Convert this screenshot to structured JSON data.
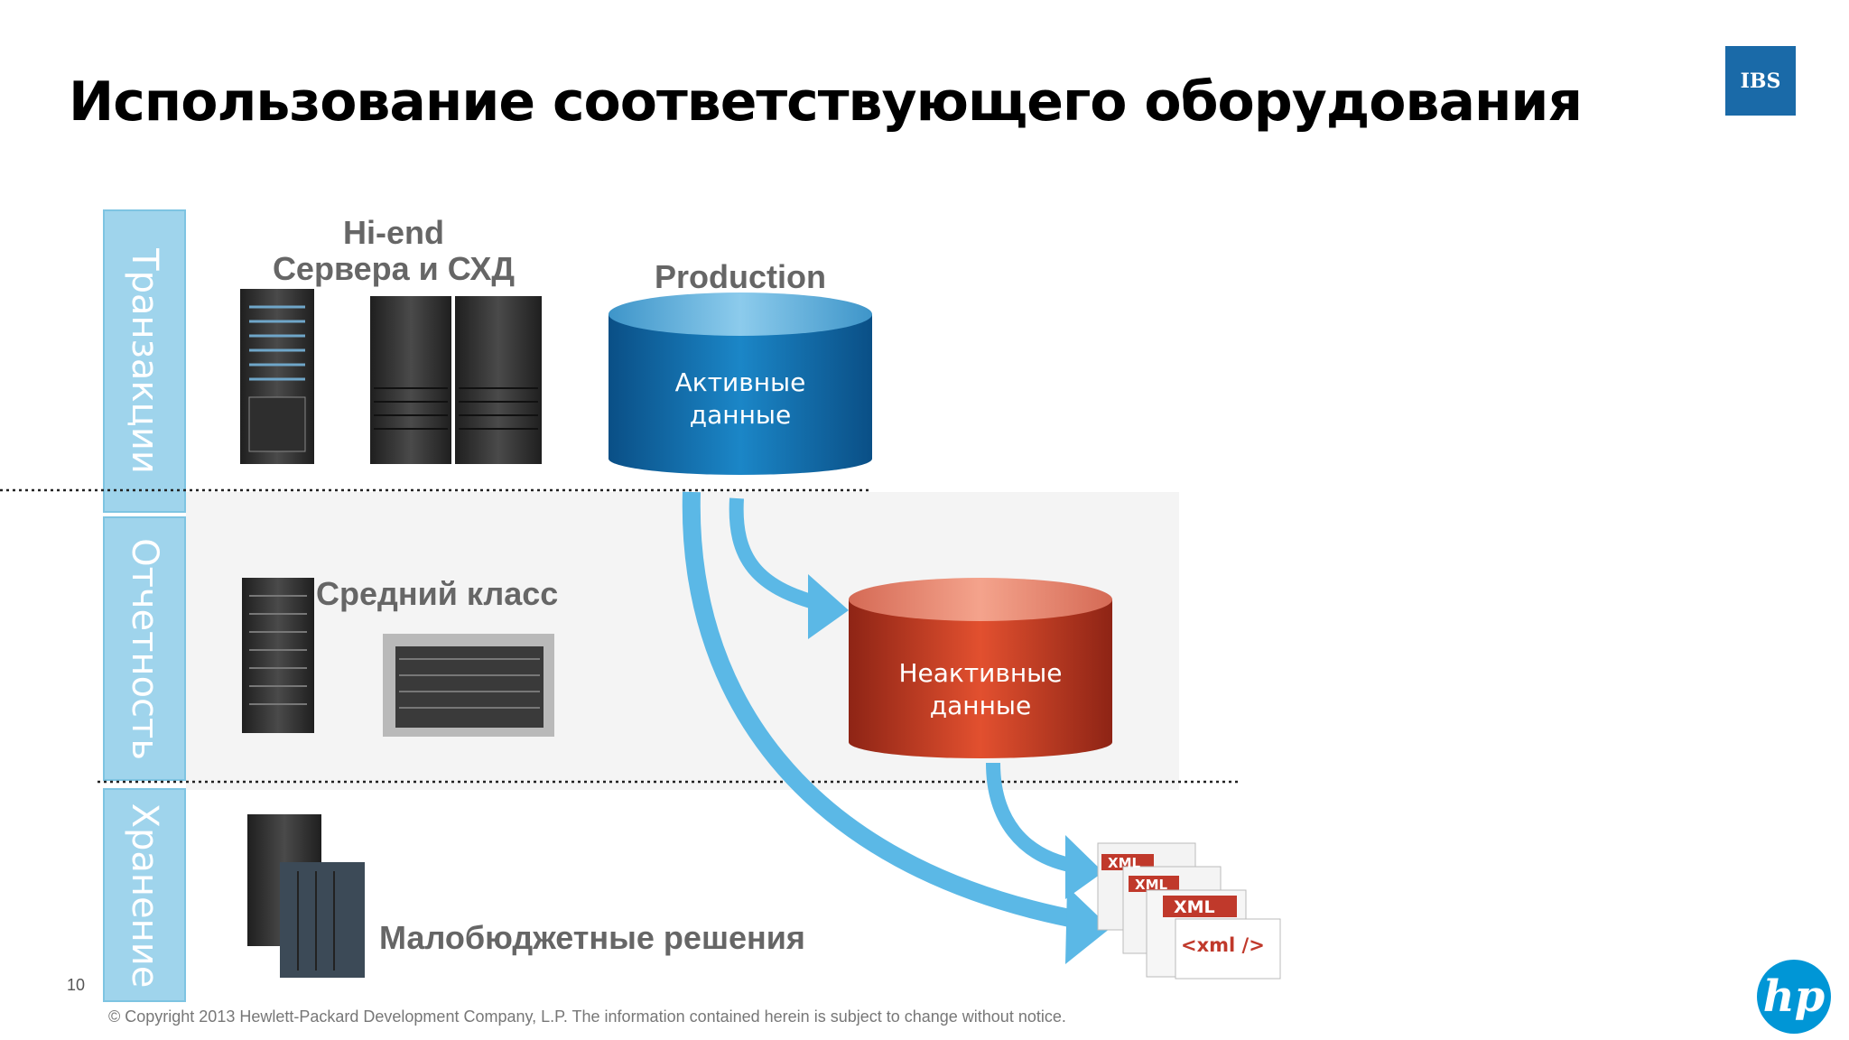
{
  "title": "Использование соответствующего оборудования",
  "logo": "IBS",
  "bands": {
    "transactions": "Транзакции",
    "reporting": "Отчетность",
    "storage": "Хранение"
  },
  "tiers": {
    "hiend_line1": "Hi-end",
    "hiend_line2": "Сервера и СХД",
    "midrange": "Средний класс",
    "lowbudget": "Малобюджетные решения"
  },
  "production_label": "Production",
  "active_data": {
    "line1": "Активные",
    "line2": "данные"
  },
  "inactive_data": {
    "line1": "Неактивные",
    "line2": "данные"
  },
  "xml_labels": [
    "XML",
    "XML",
    "XML",
    "<xml />"
  ],
  "page_number": "10",
  "copyright": "© Copyright 2013 Hewlett-Packard Development Company, L.P.  The information contained herein is subject to change without notice.",
  "colors": {
    "band": "#9fd4ec",
    "active": "#0e6aa6",
    "inactive": "#c8412a",
    "arrow": "#5bb8e6"
  }
}
